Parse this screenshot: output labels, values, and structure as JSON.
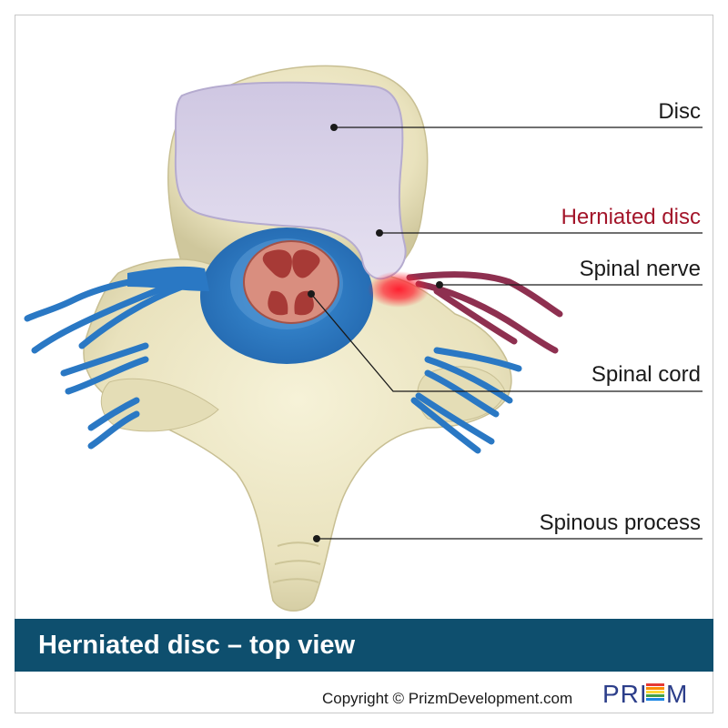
{
  "labels": {
    "disc": "Disc",
    "herniated_disc": "Herniated disc",
    "spinal_nerve": "Spinal nerve",
    "spinal_cord": "Spinal cord",
    "spinous_process": "Spinous process"
  },
  "banner": {
    "title": "Herniated disc – top view"
  },
  "footer": {
    "copyright": "Copyright © PrizmDevelopment.com",
    "logo": "PRIZM"
  },
  "colors": {
    "bone": "#ece6c4",
    "disc": "#d6d0e6",
    "nerve": "#2a78c4",
    "compressed_nerve": "#8e3050",
    "hotspot": "#ff1a2a",
    "cord": "#b84a44",
    "banner": "#0e4f6e",
    "herniated_label": "#a3152a"
  }
}
